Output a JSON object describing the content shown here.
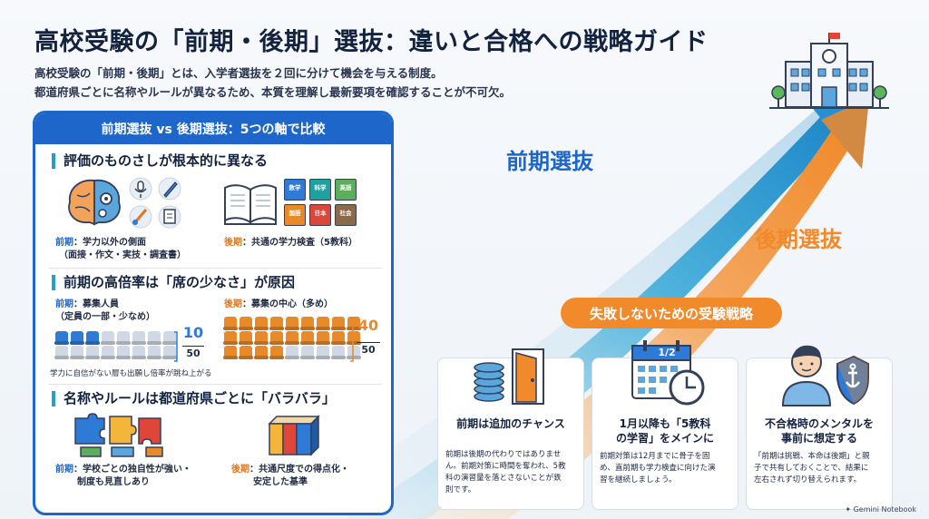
{
  "header": {
    "title": "高校受験の「前期・後期」選抜：違いと合格への戦略ガイド",
    "lead1": "高校受験の「前期・後期」とは、入学者選抜を２回に分けて機会を与える制度。",
    "lead2": "都道府県ごとに名称やルールが異なるため、本質を理解し最新要項を確認することが不可欠。"
  },
  "arrow": {
    "zenki_label": "前期選抜",
    "kouki_label": "後期選抜"
  },
  "panel": {
    "header": "前期選抜 vs 後期選抜：5つの軸で比較",
    "sections": [
      {
        "title": "評価のものさしが根本的に異なる",
        "left_key": "前期",
        "left_text": "：学力以外の側面",
        "left_sub": "（面接・作文・実技・調査書）",
        "right_key": "後期",
        "right_text": "：共通の学力検査（5教科）",
        "books": [
          "数学",
          "科学",
          "英語",
          "国語",
          "日本",
          "社会"
        ]
      },
      {
        "title": "前期の高倍率は「席の少なさ」が原因",
        "left_key": "前期",
        "left_text": "：募集人員",
        "left_sub": "（定員の一部・少なめ）",
        "left_num": "10",
        "left_den": "50",
        "right_key": "後期",
        "right_text": "：募集の中心（多め）",
        "right_num": "40",
        "right_den": "50",
        "note": "学力に自信がない層も出願し倍率が跳ね上がる"
      },
      {
        "title": "名称やルールは都道府県ごとに「バラバラ」",
        "left_key": "前期",
        "left_text": "：学校ごとの独自性が強い・",
        "left_sub": "制度も見直しあり",
        "right_key": "後期",
        "right_text": "：共通尺度での得点化・",
        "right_sub": "安定した基準"
      }
    ]
  },
  "strategy": {
    "title": "失敗しないための受験戦略",
    "cards": [
      {
        "title": "前期は追加のチャンス",
        "body": [
          "前期は後期の代わりではありませ",
          "ん。前期対策に時間を奪われ、5教",
          "科の演習量を落とさないことが鉄",
          "則です。"
        ]
      },
      {
        "title1": "1月以降も「5教科",
        "title2": "の学習」をメインに",
        "calendar": "1/2",
        "body": [
          "前期対策は12月までに骨子を固",
          "め、直前期も学力検査に向けた演",
          "習を継続しましょう。"
        ]
      },
      {
        "title1": "不合格時のメンタルを",
        "title2": "事前に想定する",
        "body": [
          "「前期は挑戦、本命は後期」と親",
          "子で共有しておくことで、結果に",
          "左右されず切り替えられます。"
        ]
      }
    ]
  },
  "footer": "Gemini Notebook",
  "colors": {
    "blue": "#1e66c9",
    "orange": "#f08a2a",
    "teal": "#21a0c9"
  }
}
